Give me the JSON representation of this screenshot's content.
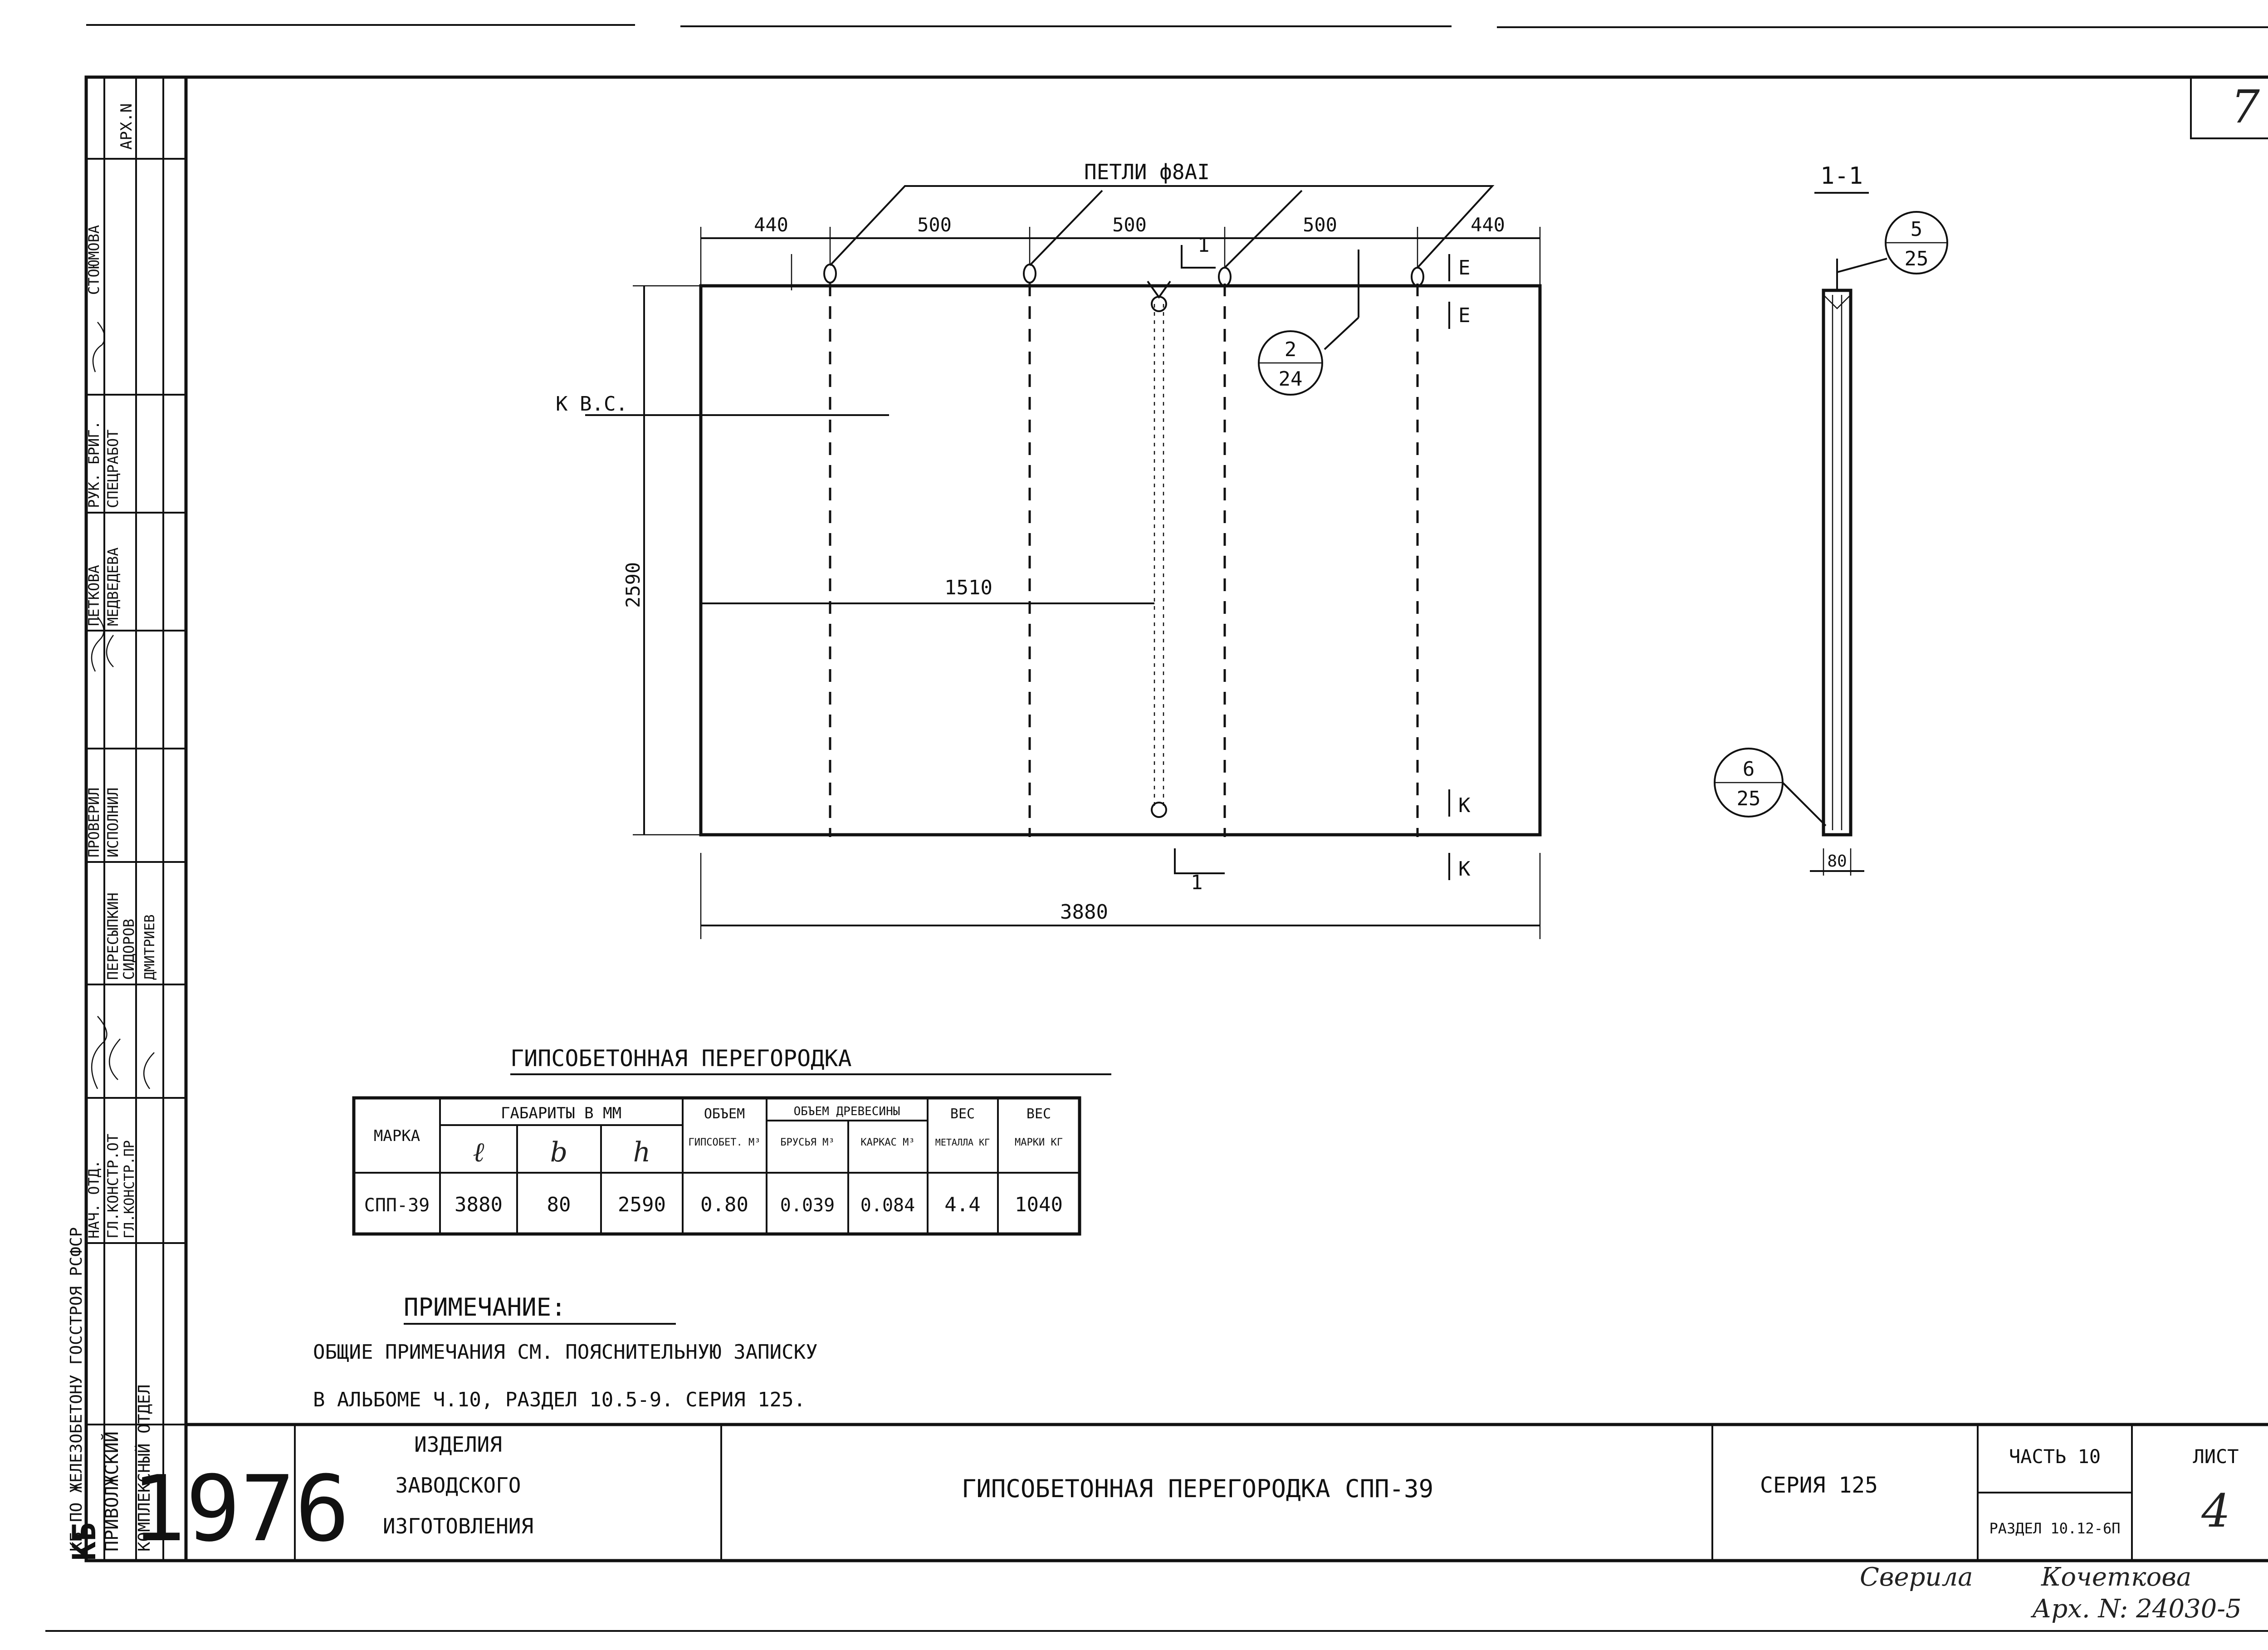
{
  "sheet_number": "7",
  "view": {
    "loops_label": "ПЕТЛИ ф8AI",
    "mark_label": "К В.С.",
    "dims_top": [
      "440",
      "500",
      "500",
      "500",
      "440"
    ],
    "section_mark": "1",
    "dim_width": "3880",
    "dim_height": "2590",
    "dim_inner": "1510",
    "ref_top": {
      "num": "2",
      "sheet": "24"
    },
    "cut_top_1": "E",
    "cut_top_2": "E",
    "cut_bot_1": "K",
    "cut_bot_2": "K"
  },
  "section": {
    "title": "1-1",
    "ref_top": {
      "num": "5",
      "sheet": "25"
    },
    "ref_bot": {
      "num": "6",
      "sheet": "25"
    },
    "thickness": "80"
  },
  "table": {
    "title": "ГИПСОБЕТОННАЯ   ПЕРЕГОРОДКА",
    "h_mark": "МАРКА",
    "h_dims": "ГАБАРИТЫ В ММ",
    "h_l": "ℓ",
    "h_b": "b",
    "h_h": "h",
    "h_vol_top": "ОБЪЕМ",
    "h_vol_sub": "ГИПСОБЕТ. М³",
    "h_wood": "ОБЪЕМ ДРЕВЕСИНЫ",
    "h_bars": "БРУСЬЯ М³",
    "h_frame": "КАРКАС М³",
    "h_metal_top": "ВЕС",
    "h_metal_sub": "МЕТАЛЛА КГ",
    "h_mass_top": "ВЕС",
    "h_mass_sub": "МАРКИ КГ",
    "row": [
      "СПП-39",
      "3880",
      "80",
      "2590",
      "0.80",
      "0.039",
      "0.084",
      "4.4",
      "1040"
    ]
  },
  "note": {
    "title": "ПРИМЕЧАНИЕ:",
    "line1": "ОБЩИЕ ПРИМЕЧАНИЯ СМ. ПОЯСНИТЕЛЬНУЮ ЗАПИСКУ",
    "line2": "В АЛЬБОМЕ Ч.10, РАЗДЕЛ 10.5-9. СЕРИЯ 125."
  },
  "left_strip": {
    "arch": "АРХ.N",
    "sign_col_1": [
      "ПРОВЕРИЛ",
      "ПЕТКОВА",
      "РУК. БРИГ.",
      "СТОЮМОВА"
    ],
    "sign_col_2": [
      "ИСПОЛНИЛ",
      "МЕДВЕДЕВА",
      "СПЕЦРАБОТ"
    ],
    "roles": [
      "НАЧ. ОТД.",
      "ГЛ.КОНСТР.ОТ",
      "ГЛ.КОНСТР.ПР"
    ],
    "names": [
      "ПЕРЕСЫПКИН",
      "СИДОРОВ",
      "ДМИТРИЕВ"
    ],
    "org_1": "КБ ПО ЖЕЛЕЗОБЕТОНУ ГОССТРОЯ РСФСР",
    "org_2": "ПРИВОЛЖСКИЙ",
    "org_3": "КОМПЛЕКСНЫЙ ОТДЕЛ",
    "kb": "КБ"
  },
  "title_block": {
    "year": "1976",
    "category_1": "ИЗДЕЛИЯ",
    "category_2": "ЗАВОДСКОГО",
    "category_3": "ИЗГОТОВЛЕНИЯ",
    "name": "ГИПСОБЕТОННАЯ ПЕРЕГОРОДКА СПП-39",
    "series": "СЕРИЯ 125",
    "part": "ЧАСТЬ 10",
    "section": "РАЗДЕЛ 10.12-6П",
    "sheet_label": "ЛИСТ",
    "sheet_no": "4"
  },
  "footer": {
    "checked": "Сверила",
    "checker": "Кочеткова",
    "archive": "Арх. N: 24030-5"
  }
}
